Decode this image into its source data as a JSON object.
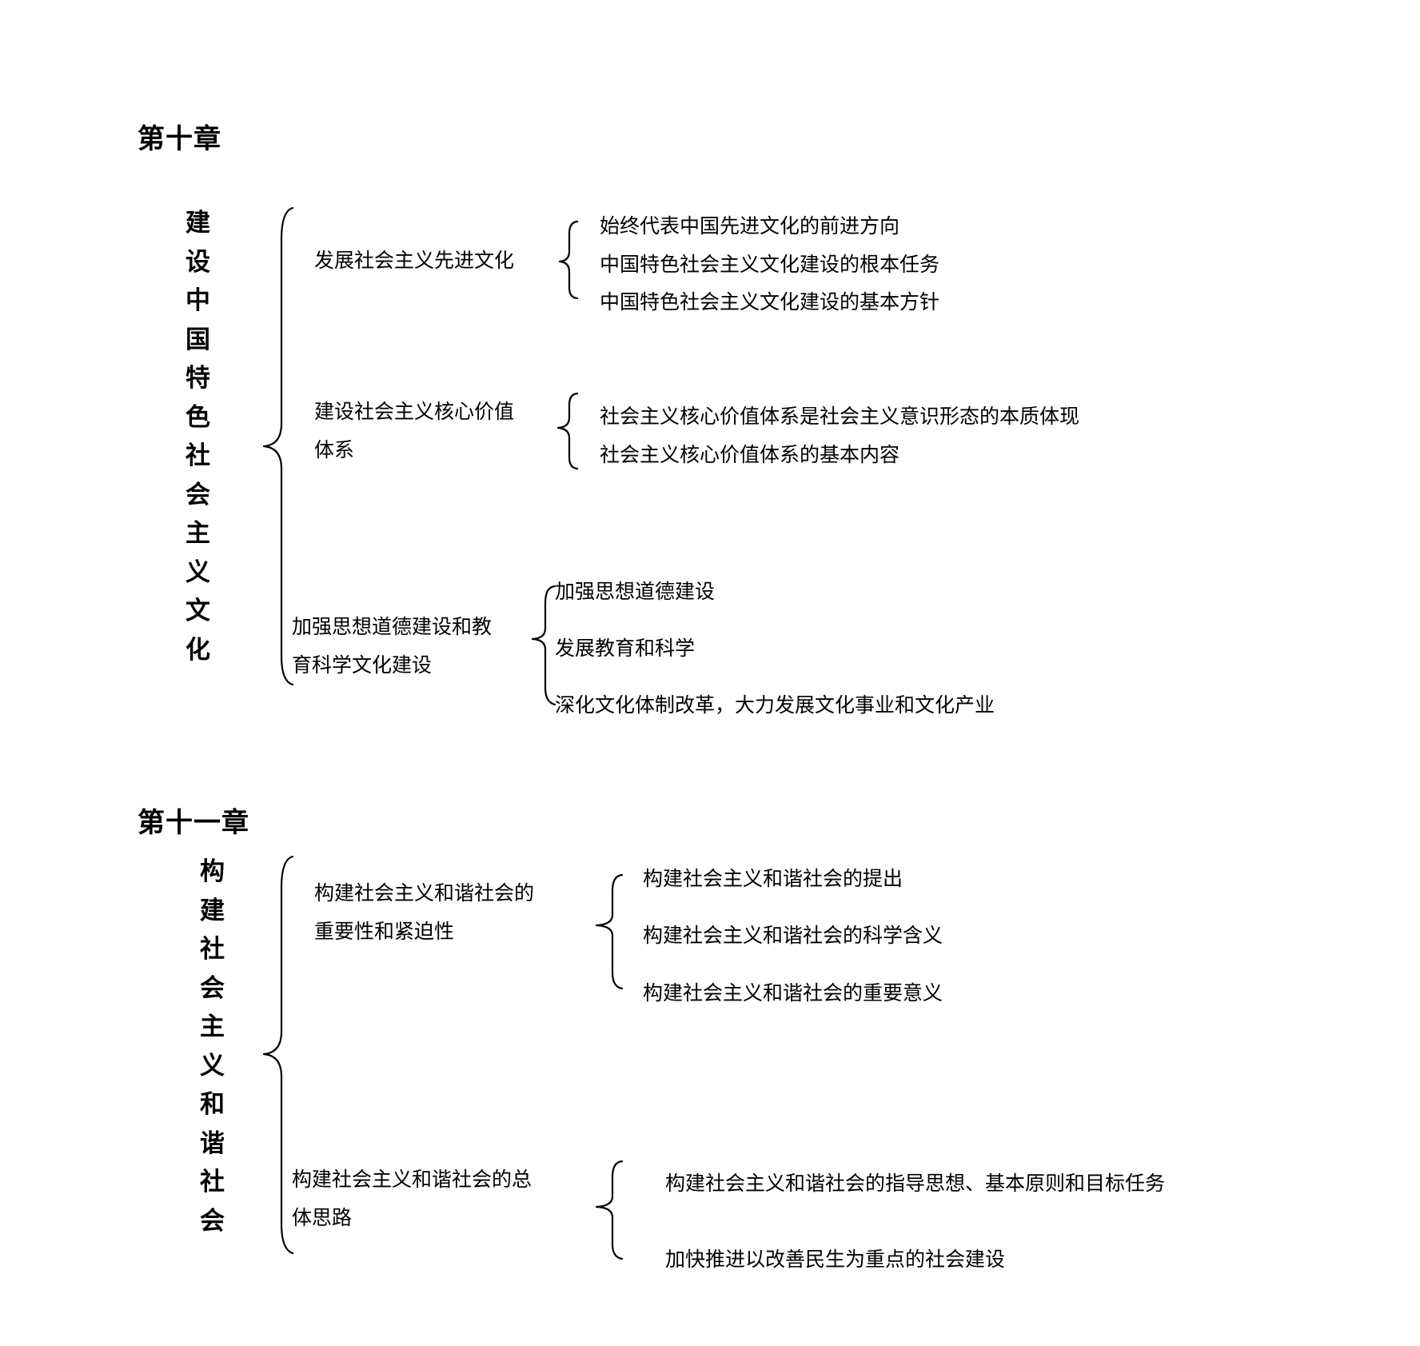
{
  "chapters": [
    {
      "heading": "第十章",
      "title": "建设中国特色社会主义文化",
      "sections": [
        {
          "label": "发展社会主义先进文化",
          "items": [
            "始终代表中国先进文化的前进方向",
            "中国特色社会主义文化建设的根本任务",
            "中国特色社会主义文化建设的基本方针"
          ]
        },
        {
          "label_lines": [
            "建设社会主义核心价值",
            "体系"
          ],
          "items": [
            "社会主义核心价值体系是社会主义意识形态的本质体现",
            "社会主义核心价值体系的基本内容"
          ]
        },
        {
          "label_lines": [
            "加强思想道德建设和教",
            "育科学文化建设"
          ],
          "items": [
            "加强思想道德建设",
            "发展教育和科学",
            "深化文化体制改革，大力发展文化事业和文化产业"
          ]
        }
      ]
    },
    {
      "heading": "第十一章",
      "title": "构建社会主义和谐社会",
      "sections": [
        {
          "label_lines": [
            "构建社会主义和谐社会的",
            "重要性和紧迫性"
          ],
          "items": [
            "构建社会主义和谐社会的提出",
            "构建社会主义和谐社会的科学含义",
            "构建社会主义和谐社会的重要意义"
          ]
        },
        {
          "label_lines": [
            "构建社会主义和谐社会的总",
            "体思路"
          ],
          "items": [
            "构建社会主义和谐社会的指导思想、基本原则和目标任务",
            "加快推进以改善民生为重点的社会建设"
          ]
        }
      ]
    }
  ]
}
